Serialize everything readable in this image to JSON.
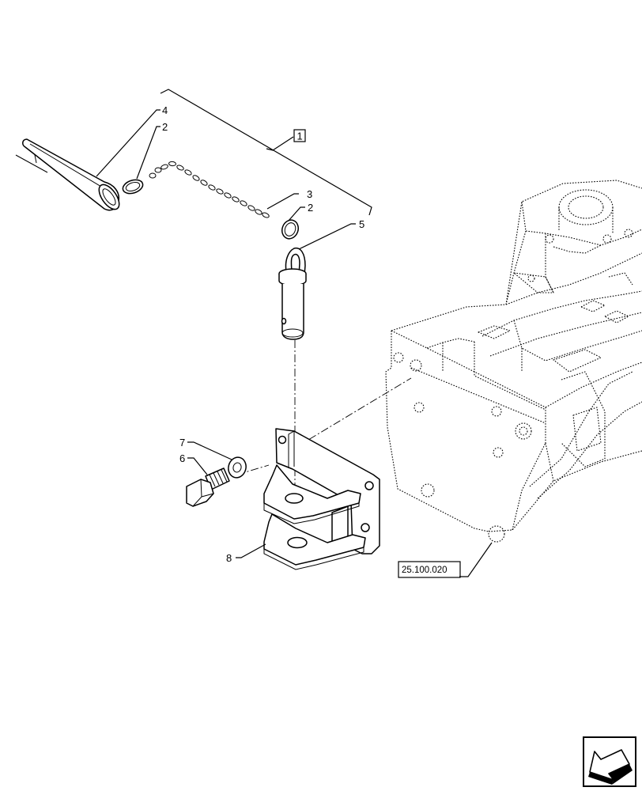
{
  "callouts": {
    "c1": "1",
    "c2a": "2",
    "c2b": "2",
    "c3": "3",
    "c4": "4",
    "c5": "5",
    "c6": "6",
    "c7": "7",
    "c8": "8"
  },
  "reference": "25.100.020",
  "icons": {
    "nav": "arrow-left-icon",
    "frame": "tractor-frame-outline"
  }
}
